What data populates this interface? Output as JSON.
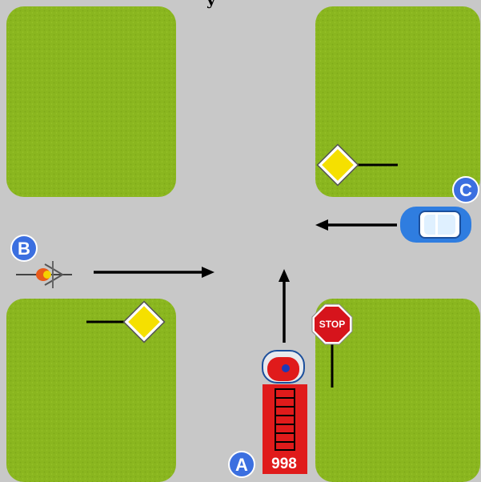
{
  "header": {
    "text": "y"
  },
  "colors": {
    "road": "#c8c8c8",
    "grass": "#8ab61f",
    "grass_dark": "#6f9a12",
    "priority_sign": "#f5e000",
    "stop_sign": "#d6141c",
    "fire_truck": "#e01b1b",
    "car": "#2f7de0",
    "badge": "#3b6fe0",
    "arrow": "#000000"
  },
  "labels": {
    "a": "A",
    "b": "B",
    "c": "C"
  },
  "stop_sign": {
    "text": "STOP"
  },
  "fire_truck": {
    "number": "998"
  },
  "icons": {
    "priority_sign": "priority-road-diamond-sign",
    "stop_sign": "octagon-stop-sign",
    "fire_truck": "fire-truck-topdown",
    "car": "car-topdown",
    "bicycle": "bicycle-topdown"
  }
}
